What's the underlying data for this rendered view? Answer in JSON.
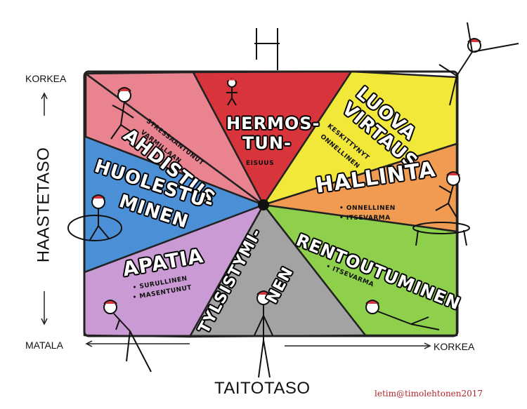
{
  "axes": {
    "y_label": "HAASTETASO",
    "y_high": "KORKEA",
    "y_low": "MATALA",
    "x_label": "TAITOTASO",
    "x_high": "KORKEA"
  },
  "credit": "letim@timolehtonen2017",
  "zones": [
    {
      "id": "ahdistus",
      "title": "AHDISTUS",
      "subs": [
        "STRESSAANTUNUT",
        "VARMILLAAN"
      ],
      "color": "#e9838f"
    },
    {
      "id": "hermostuneisuus",
      "title_lines": [
        "HERMOS-",
        "TUN-",
        "EISUUS"
      ],
      "color": "#d8343c"
    },
    {
      "id": "luova-virtaus",
      "title_lines": [
        "LUOVA",
        "VIRTAUS"
      ],
      "subs": [
        "KESKITTYNYT",
        "ONNELLINEN"
      ],
      "color": "#f2e83a"
    },
    {
      "id": "hallinta",
      "title": "HALLINTA",
      "subs": [
        "ONNELLINEN",
        "ITSEVARMA"
      ],
      "color": "#f09a52"
    },
    {
      "id": "rentoutuminen",
      "title": "RENTOUTUMINEN",
      "subs": [
        "ITSEVARMA"
      ],
      "color": "#8ed04b"
    },
    {
      "id": "tylsistyminen",
      "title_lines": [
        "TYLSISTYMI-",
        "NEN"
      ],
      "color": "#a3a3a3"
    },
    {
      "id": "apatia",
      "title": "APATIA",
      "subs": [
        "SURULLINEN",
        "MASENTUNUT"
      ],
      "color": "#c99ad3"
    },
    {
      "id": "huolestuminen",
      "title_lines": [
        "HUOLESTU-",
        "MINEN"
      ],
      "color": "#4b8fd6"
    }
  ]
}
